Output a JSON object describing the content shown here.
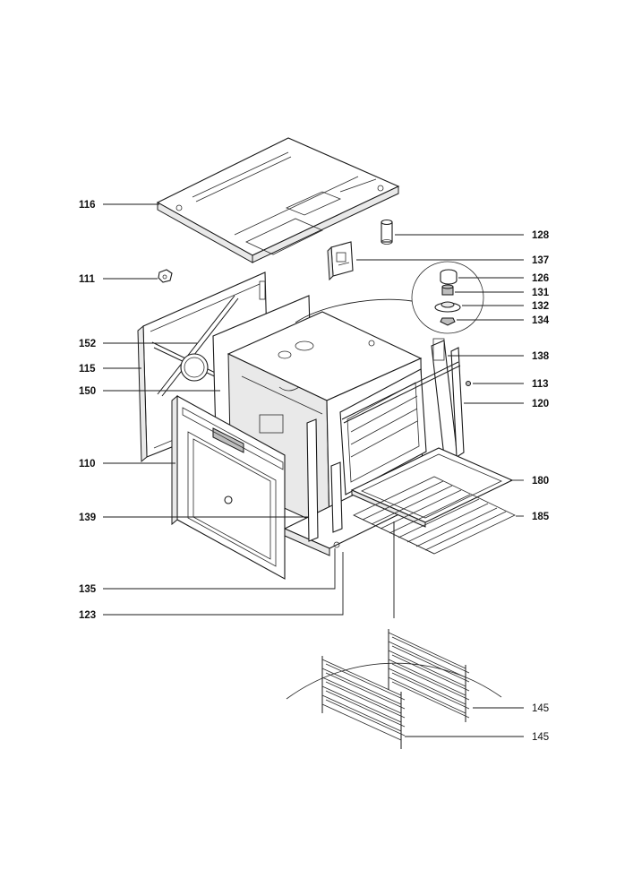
{
  "labels": {
    "l116": "116",
    "l128": "128",
    "l137": "137",
    "l111": "111",
    "l126": "126",
    "l131": "131",
    "l132": "132",
    "l134": "134",
    "l152": "152",
    "l138": "138",
    "l115": "115",
    "l113": "113",
    "l150": "150",
    "l120": "120",
    "l110": "110",
    "l180": "180",
    "l139": "139",
    "l185": "185",
    "l135": "135",
    "l123": "123",
    "l145a": "145",
    "l145b": "145"
  }
}
